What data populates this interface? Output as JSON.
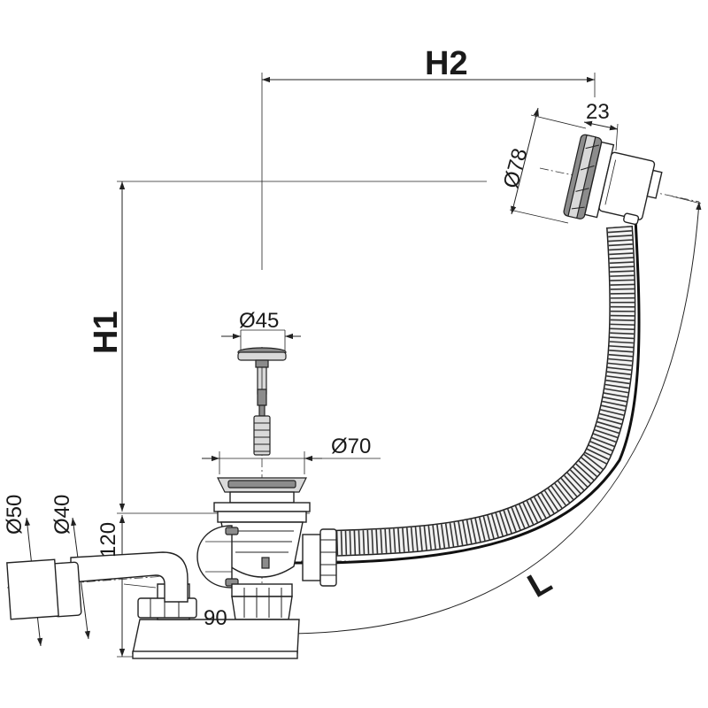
{
  "dimensions": {
    "h1": "H1",
    "h2": "H2",
    "l": "L",
    "d78": "Ø78",
    "w23": "23",
    "d45": "Ø45",
    "d70": "Ø70",
    "d50": "Ø50",
    "d40": "Ø40",
    "h120": "120",
    "w90": "90"
  },
  "colors": {
    "line": "#222222",
    "metal_light": "#d9d9d9",
    "metal_dark": "#8c8c8c",
    "background": "#ffffff"
  }
}
